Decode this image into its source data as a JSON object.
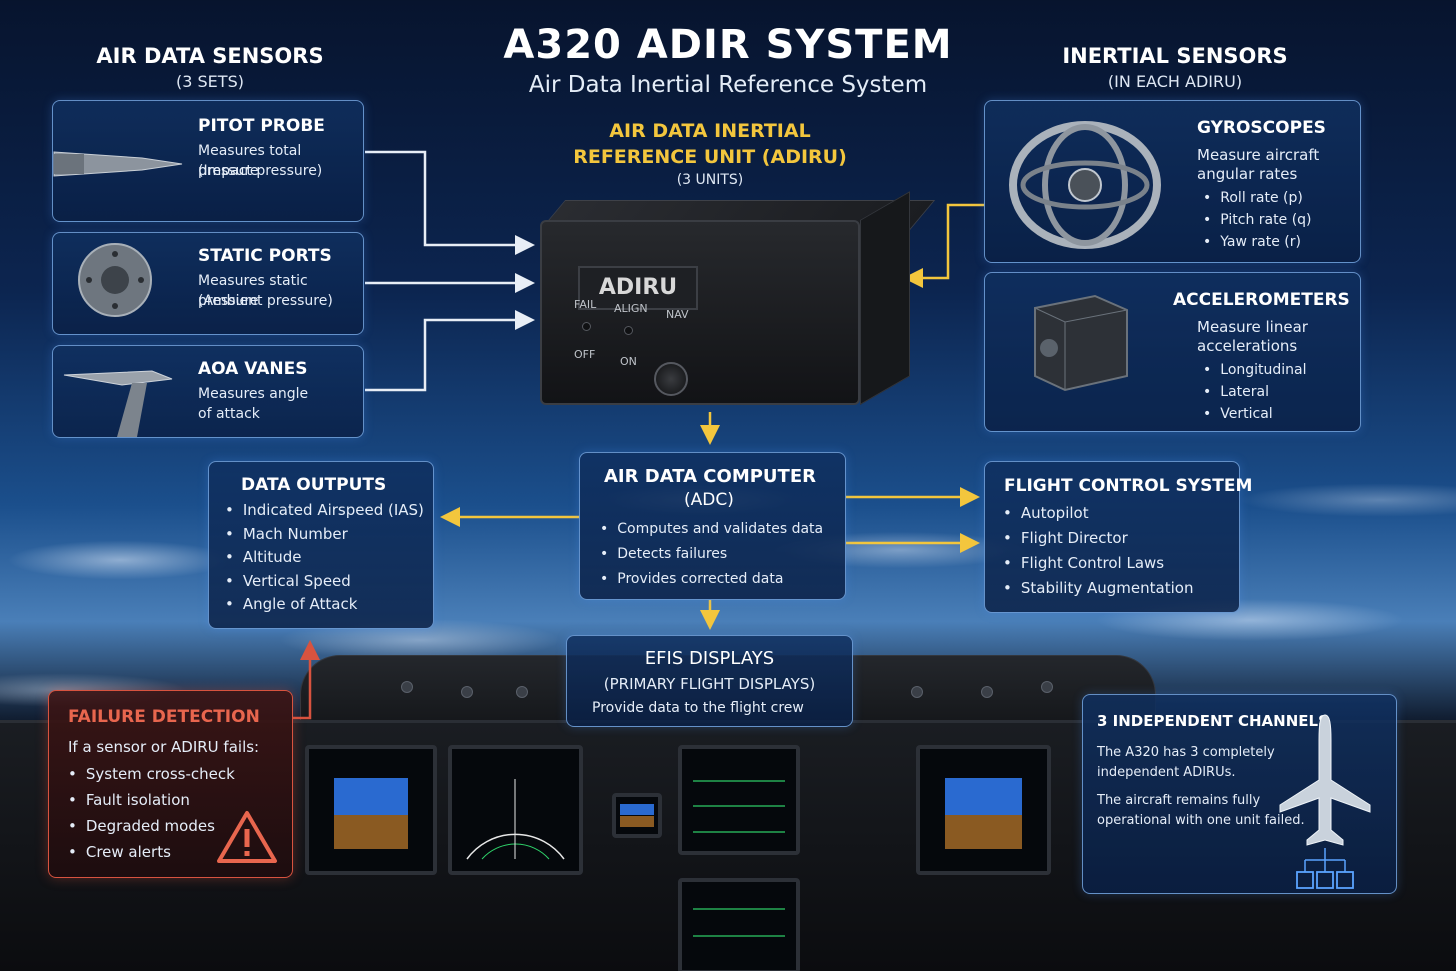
{
  "header": {
    "title": "A320 ADIR SYSTEM",
    "subtitle": "Air Data Inertial Reference System"
  },
  "air_data_sensors": {
    "heading": "AIR DATA SENSORS",
    "subheading": "(3 SETS)",
    "pitot": {
      "title": "PITOT PROBE",
      "line1": "Measures total pressure",
      "line2": "(Impact pressure)"
    },
    "static": {
      "title": "STATIC PORTS",
      "line1": "Measures static pressure",
      "line2": "(Ambient pressure)"
    },
    "aoa": {
      "title": "AOA VANES",
      "line1": "Measures angle",
      "line2": "of attack"
    }
  },
  "inertial_sensors": {
    "heading": "INERTIAL SENSORS",
    "subheading": "(IN EACH ADIRU)",
    "gyros": {
      "title": "GYROSCOPES",
      "line1": "Measure aircraft",
      "line2": "angular rates",
      "items": [
        "Roll rate (p)",
        "Pitch rate (q)",
        "Yaw rate (r)"
      ]
    },
    "accel": {
      "title": "ACCELEROMETERS",
      "line1": "Measure linear",
      "line2": "accelerations",
      "items": [
        "Longitudinal",
        "Lateral",
        "Vertical"
      ]
    }
  },
  "adiru": {
    "heading1": "AIR DATA INERTIAL",
    "heading2": "REFERENCE UNIT (ADIRU)",
    "units": "(3 UNITS)",
    "label": "ADIRU",
    "fail": "FAIL",
    "align": "ALIGN",
    "nav": "NAV",
    "off": "OFF",
    "on": "ON"
  },
  "adc": {
    "title1": "AIR DATA COMPUTER",
    "title2": "(ADC)",
    "items": [
      "Computes and validates data",
      "Detects failures",
      "Provides corrected data"
    ]
  },
  "data_outputs": {
    "title": "DATA OUTPUTS",
    "items": [
      "Indicated Airspeed (IAS)",
      "Mach Number",
      "Altitude",
      "Vertical Speed",
      "Angle of Attack"
    ]
  },
  "flight_control": {
    "title": "FLIGHT CONTROL SYSTEM",
    "items": [
      "Autopilot",
      "Flight Director",
      "Flight Control Laws",
      "Stability Augmentation"
    ]
  },
  "efis": {
    "title": "EFIS DISPLAYS",
    "subtitle": "(PRIMARY FLIGHT DISPLAYS)",
    "desc": "Provide data to the flight crew"
  },
  "failure": {
    "title": "FAILURE DETECTION",
    "intro": "If a sensor or ADIRU fails:",
    "items": [
      "System cross-check",
      "Fault isolation",
      "Degraded modes",
      "Crew alerts"
    ]
  },
  "channels": {
    "title": "3 INDEPENDENT CHANNELS",
    "p1a": "The A320 has 3 completely",
    "p1b": "independent ADIRUs.",
    "p2a": "The aircraft remains fully",
    "p2b": "operational with one unit failed."
  },
  "colors": {
    "accent": "#f3c63d",
    "alert": "#d8533f",
    "panel_border": "#82b4f0",
    "arrow_white": "#e8eef6"
  },
  "icons": [
    "pitot-probe-icon",
    "static-port-icon",
    "aoa-vane-icon",
    "gyroscope-icon",
    "accelerometer-icon",
    "warning-triangle-icon",
    "aircraft-icon"
  ]
}
